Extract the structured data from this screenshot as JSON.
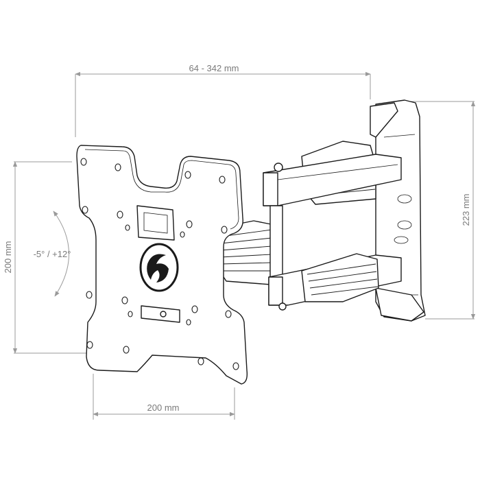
{
  "dimensions": {
    "width_range": "64 - 342 mm",
    "wall_plate_height": "223 mm",
    "vesa_height": "200 mm",
    "vesa_width": "200 mm",
    "tilt_range": "-5° / +12°"
  },
  "colors": {
    "dimension_lines": "#9a9a9a",
    "drawing_ink": "#1a1a1a"
  }
}
